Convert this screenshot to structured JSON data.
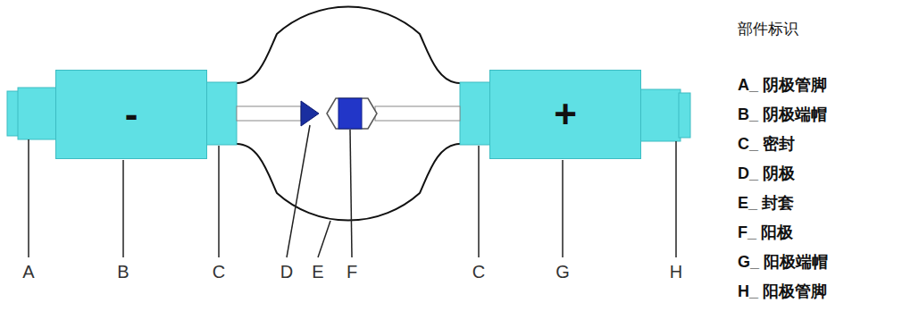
{
  "diagram": {
    "nodes": [
      {
        "text": [
          "-"
        ]
      },
      {
        "text": [
          "+"
        ]
      }
    ],
    "labels": [
      "A",
      "B",
      "C",
      "D",
      "E",
      "F",
      "C",
      "G",
      "H",
      "部件标识",
      "A_ 阴极管脚",
      "B_ 阴极端帽",
      "C_ 密封",
      "D_ 阴极",
      "E_ 封套",
      "F_ 阳极",
      "G_ 阳极端帽",
      "H_ 阳极管脚"
    ]
  }
}
